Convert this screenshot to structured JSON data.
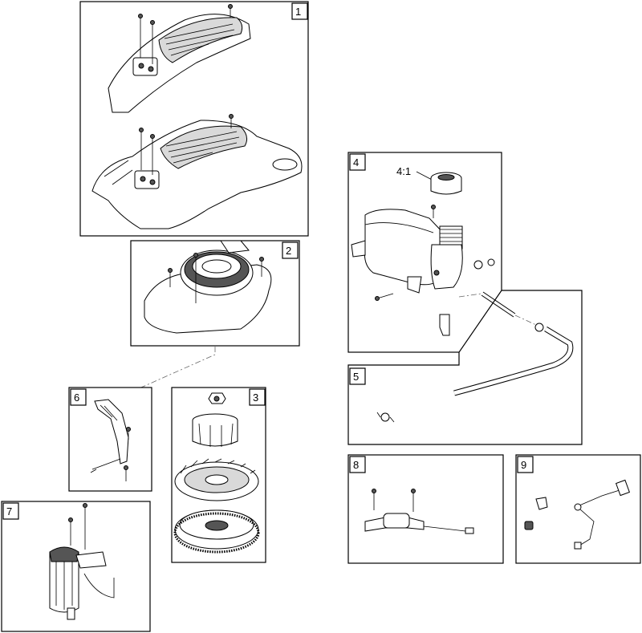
{
  "panels": [
    {
      "id": "1",
      "label": "1"
    },
    {
      "id": "2",
      "label": "2"
    },
    {
      "id": "3",
      "label": "3"
    },
    {
      "id": "4",
      "label": "4"
    },
    {
      "id": "5",
      "label": "5"
    },
    {
      "id": "6",
      "label": "6"
    },
    {
      "id": "7",
      "label": "7"
    },
    {
      "id": "8",
      "label": "8"
    },
    {
      "id": "9",
      "label": "9"
    }
  ],
  "annotations": {
    "ratio": "4:1"
  }
}
